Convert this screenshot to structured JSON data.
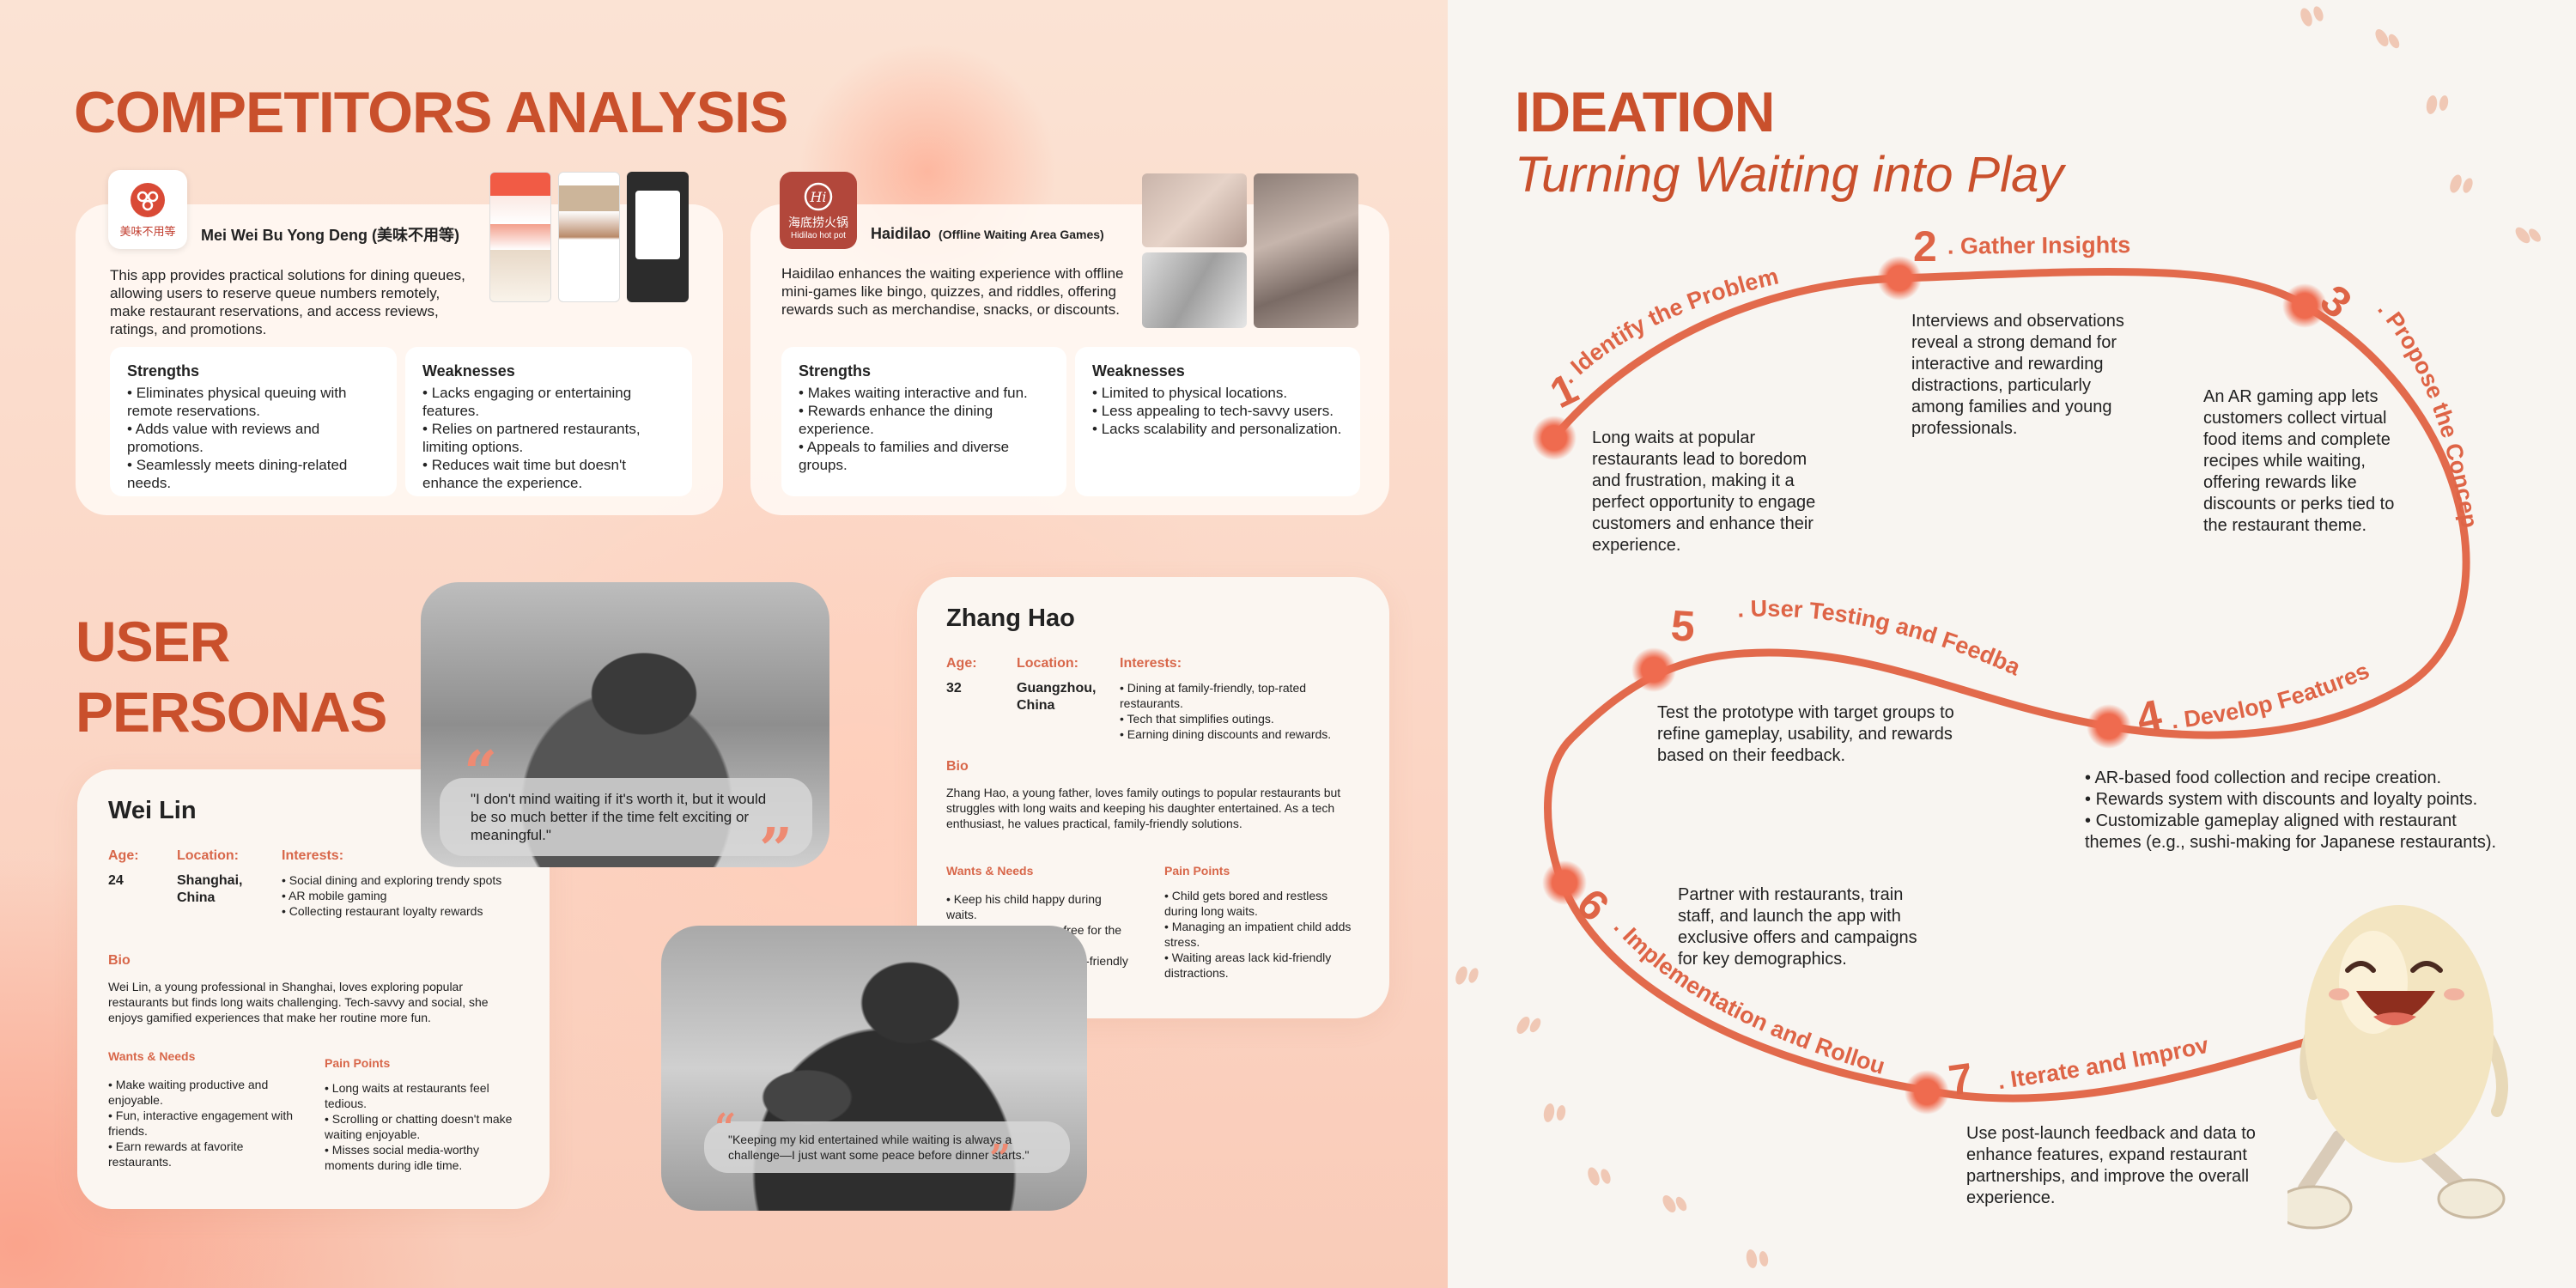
{
  "competitors": {
    "title": "COMPETITORS ANALYSIS",
    "meiwei": {
      "logo_text": "美味不用等",
      "name": "Mei Wei Bu Yong Deng (美味不用等)",
      "description": "This app provides practical solutions for dining queues, allowing users to reserve queue numbers remotely, make restaurant reservations, and access reviews, ratings, and promotions.",
      "strengths_title": "Strengths",
      "strengths": [
        "Eliminates physical queuing with remote reservations.",
        "Adds value with reviews and promotions.",
        "Seamlessly meets dining-related needs."
      ],
      "weaknesses_title": "Weaknesses",
      "weaknesses": [
        "Lacks engaging or entertaining features.",
        "Relies on partnered restaurants, limiting options.",
        "Reduces wait time but doesn't enhance the experience."
      ]
    },
    "haidilao": {
      "logo_text": "海底捞火锅",
      "logo_sub": "Hidilao hot pot",
      "name": "Haidilao",
      "name_note": "(Offline Waiting Area Games)",
      "description": "Haidilao enhances the waiting experience with offline mini-games like bingo, quizzes, and riddles, offering rewards such as merchandise, snacks, or discounts.",
      "strengths_title": "Strengths",
      "strengths": [
        "Makes waiting interactive and fun.",
        "Rewards enhance the dining experience.",
        "Appeals to families and diverse groups."
      ],
      "weaknesses_title": "Weaknesses",
      "weaknesses": [
        "Limited to physical locations.",
        "Less appealing to tech-savvy users.",
        "Lacks scalability and personalization."
      ]
    }
  },
  "personas": {
    "title_line1": "USER",
    "title_line2": "PERSONAS",
    "labels": {
      "age": "Age:",
      "location": "Location:",
      "interests": "Interests:",
      "bio": "Bio",
      "wants": "Wants & Needs",
      "pain": "Pain Points"
    },
    "wei": {
      "name": "Wei Lin",
      "age": "24",
      "location": "Shanghai, China",
      "interests": [
        "Social dining and exploring trendy spots",
        "AR mobile gaming",
        "Collecting restaurant loyalty rewards"
      ],
      "bio": "Wei Lin, a young professional in Shanghai, loves exploring popular restaurants but finds long waits challenging. Tech-savvy and social, she enjoys gamified experiences that make her routine more fun.",
      "wants": [
        "Make waiting productive and enjoyable.",
        "Fun, interactive engagement with friends.",
        "Earn rewards at favorite restaurants."
      ],
      "pain": [
        "Long waits at restaurants feel tedious.",
        "Scrolling or chatting doesn't make waiting enjoyable.",
        "Misses social media-worthy moments during idle time."
      ],
      "quote": "\"I don't mind waiting if it's worth it, but it would be so much better if the time felt exciting or meaningful.\""
    },
    "zhang": {
      "name": "Zhang Hao",
      "age": "32",
      "location": "Guangzhou, China",
      "interests": [
        "Dining at family-friendly, top-rated restaurants.",
        "Tech that simplifies outings.",
        "Earning dining discounts and rewards."
      ],
      "bio": "Zhang Hao, a young father, loves family outings to popular restaurants but struggles with long waits and keeping his daughter entertained. As a tech enthusiast, he values practical, family-friendly solutions.",
      "wants": [
        "Keep his child happy during waits.",
        "Make waiting stress-free for the family.",
        "Provide engaging, family-friendly distractions."
      ],
      "pain": [
        "Child gets bored and restless during long waits.",
        "Managing an impatient child adds stress.",
        "Waiting areas lack kid-friendly distractions."
      ],
      "quote": "\"Keeping my kid entertained while waiting is always a challenge—I just want some peace before dinner starts.\""
    }
  },
  "ideation": {
    "title": "IDEATION",
    "subtitle": "Turning Waiting into Play",
    "steps": [
      {
        "num": "1",
        "title": "Identify the Problem",
        "text": "Long waits at popular restaurants lead to boredom and frustration, making it a perfect opportunity to engage customers and enhance their experience."
      },
      {
        "num": "2",
        "title": "Gather Insights",
        "text": "Interviews and observations reveal a strong demand for interactive and rewarding distractions, particularly among families and young professionals."
      },
      {
        "num": "3",
        "title": "Propose the Concept",
        "text": "An AR gaming app lets customers collect virtual food items and complete recipes while waiting, offering rewards like discounts or perks tied to the restaurant theme."
      },
      {
        "num": "4",
        "title": "Develop Features",
        "items": [
          "AR-based food collection and recipe creation.",
          "Rewards system with discounts and loyalty points.",
          "Customizable gameplay aligned with restaurant themes (e.g., sushi-making for Japanese restaurants)."
        ]
      },
      {
        "num": "5",
        "title": "User Testing and Feedback",
        "text": "Test the prototype with target groups to refine gameplay, usability, and rewards based on their feedback."
      },
      {
        "num": "6",
        "title": "Implementation and Rollout",
        "text": "Partner with restaurants, train staff, and launch the app with exclusive offers and campaigns for key demographics."
      },
      {
        "num": "7",
        "title": "Iterate and Improve",
        "text": "Use post-launch feedback and data to enhance features, expand restaurant partnerships, and improve the overall experience."
      }
    ]
  },
  "colors": {
    "accent": "#c9502c",
    "path": "#e26a4c",
    "quote_mark": "#ee8a72"
  }
}
